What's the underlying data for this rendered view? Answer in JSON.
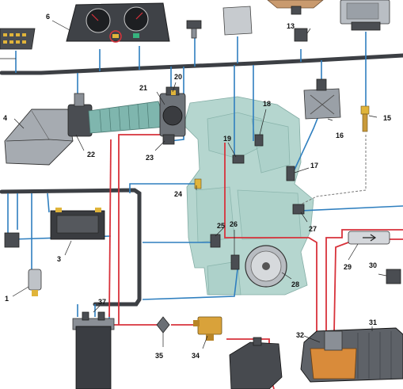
{
  "callouts": {
    "c1": "1",
    "c3": "3",
    "c4": "4",
    "c6": "6",
    "c13": "13",
    "c15": "15",
    "c16": "16",
    "c17": "17",
    "c18": "18",
    "c19": "19",
    "c20": "20",
    "c21": "21",
    "c22": "22",
    "c23": "23",
    "c24": "24",
    "c25": "25",
    "c26": "26",
    "c27": "27",
    "c28": "28",
    "c29": "29",
    "c30": "30",
    "c31": "31",
    "c32": "32",
    "c34": "34",
    "c35": "35",
    "c37": "37"
  },
  "colors": {
    "wire_signal": "#2f7fbf",
    "fuel_line": "#d8323b",
    "harness": "#3c3f44",
    "engine_body": "#a9cfc7",
    "highlight_ring": "#d8323b"
  }
}
